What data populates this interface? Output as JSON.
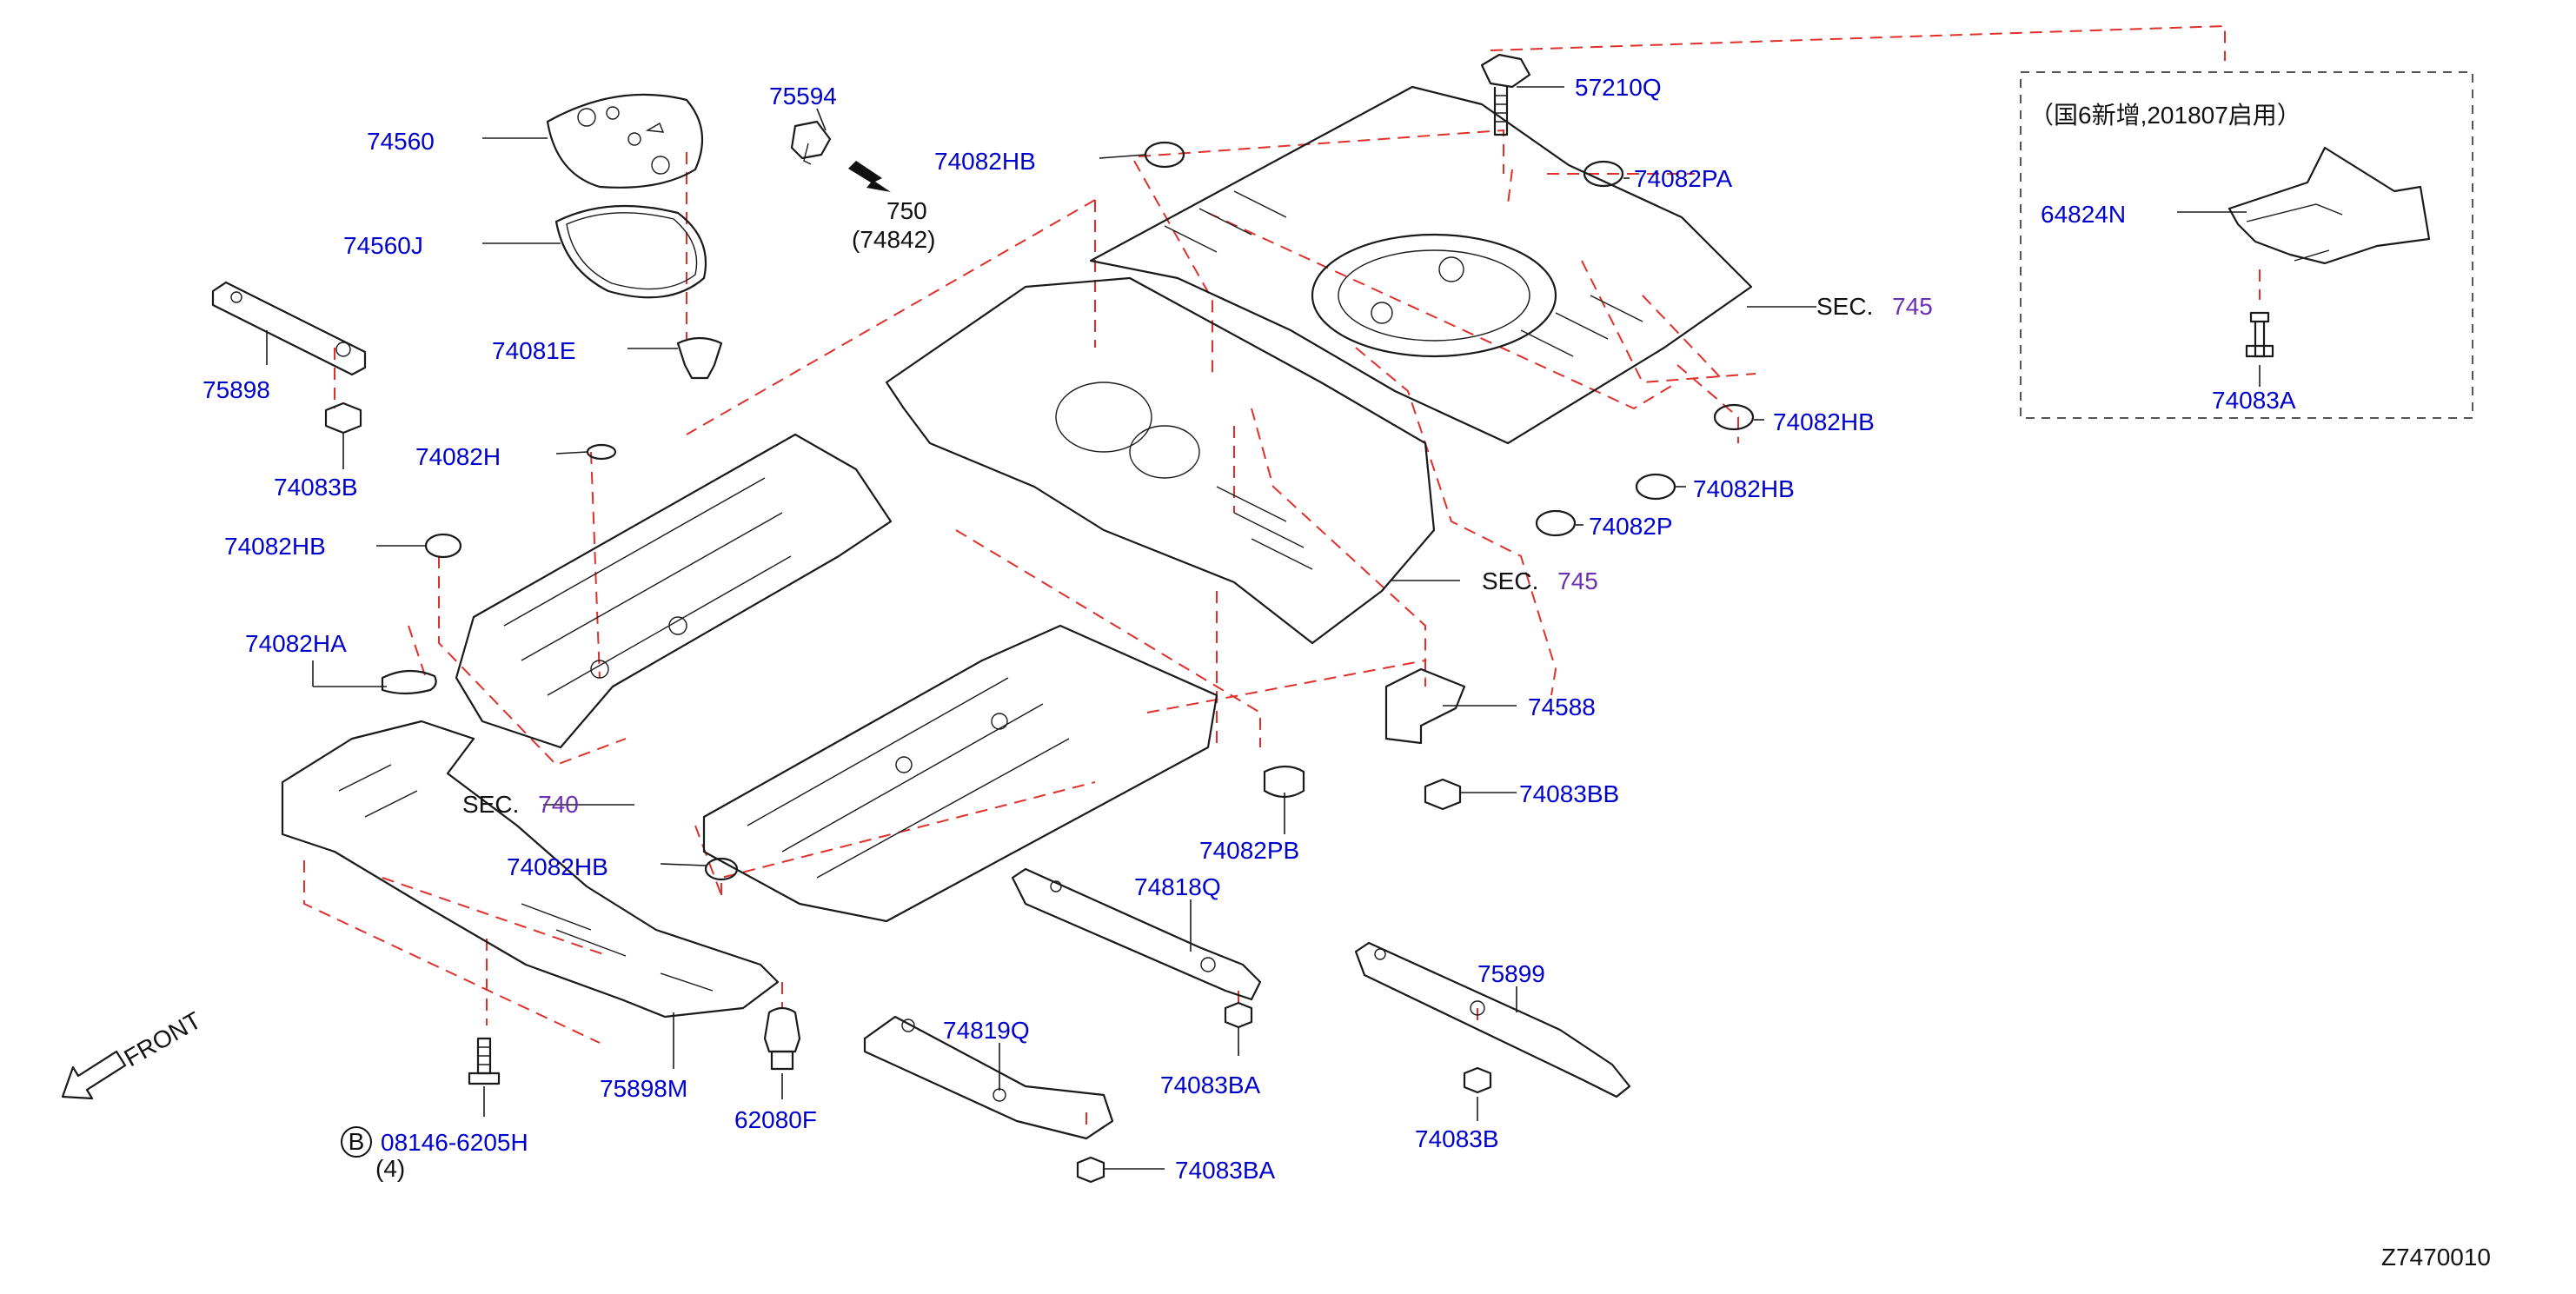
{
  "diagram": {
    "part_labels": [
      {
        "id": "74560",
        "text": "74560"
      },
      {
        "id": "74560J",
        "text": "74560J"
      },
      {
        "id": "75594",
        "text": "75594"
      },
      {
        "id": "750",
        "text": "750"
      },
      {
        "id": "74842",
        "text": "(74842)"
      },
      {
        "id": "74082HB_a",
        "text": "74082HB"
      },
      {
        "id": "57210Q",
        "text": "57210Q"
      },
      {
        "id": "74082PA",
        "text": "74082PA"
      },
      {
        "id": "64824N",
        "text": "64824N"
      },
      {
        "id": "74083A",
        "text": "74083A"
      },
      {
        "id": "75898",
        "text": "75898"
      },
      {
        "id": "74081E",
        "text": "74081E"
      },
      {
        "id": "74083B_a",
        "text": "74083B"
      },
      {
        "id": "74082H",
        "text": "74082H"
      },
      {
        "id": "74082HB_b",
        "text": "74082HB"
      },
      {
        "id": "74082HA",
        "text": "74082HA"
      },
      {
        "id": "74082HB_c",
        "text": "74082HB"
      },
      {
        "id": "74082HB_d",
        "text": "74082HB"
      },
      {
        "id": "74082P",
        "text": "74082P"
      },
      {
        "id": "74588",
        "text": "74588"
      },
      {
        "id": "74083BB",
        "text": "74083BB"
      },
      {
        "id": "74082PB",
        "text": "74082PB"
      },
      {
        "id": "74082HB_e",
        "text": "74082HB"
      },
      {
        "id": "74818Q",
        "text": "74818Q"
      },
      {
        "id": "75899",
        "text": "75899"
      },
      {
        "id": "74819Q",
        "text": "74819Q"
      },
      {
        "id": "74083BA_a",
        "text": "74083BA"
      },
      {
        "id": "74083B_b",
        "text": "74083B"
      },
      {
        "id": "74083BA_b",
        "text": "74083BA"
      },
      {
        "id": "75898M",
        "text": "75898M"
      },
      {
        "id": "62080F",
        "text": "62080F"
      },
      {
        "id": "08146",
        "text": "08146-6205H"
      },
      {
        "id": "qty4",
        "text": "(4)"
      }
    ],
    "section_refs": [
      {
        "prefix": "SEC.",
        "number": "745"
      },
      {
        "prefix": "SEC.",
        "number": "745"
      },
      {
        "prefix": "SEC.",
        "number": "740"
      }
    ],
    "inset_note": "（国6新增,201807启用）",
    "bolt_marker": "B",
    "front_arrow_label": "FRONT",
    "drawing_code": "Z7470010",
    "colors": {
      "label": "#0000cc",
      "section_number": "#6b2fb3",
      "dashed": "#e0302a",
      "line": "#1a1a1a"
    }
  }
}
